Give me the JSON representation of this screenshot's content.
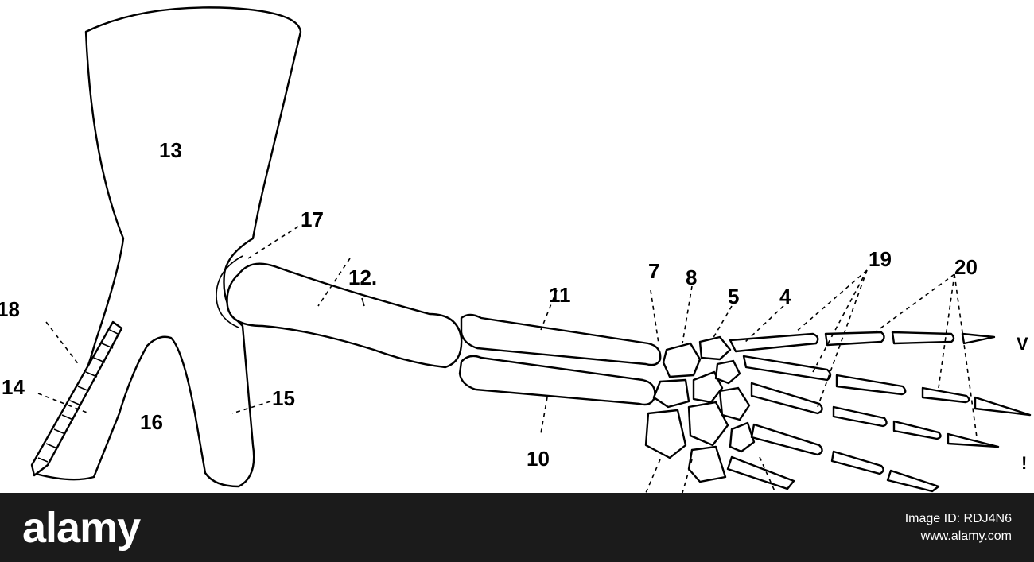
{
  "diagram": {
    "labels": {
      "l13": "13",
      "l17": "17",
      "l12": "12.",
      "l11": "11",
      "l7": "7",
      "l8": "8",
      "l5": "5",
      "l4": "4",
      "l19": "19",
      "l20": "20",
      "l18": "18",
      "l14": "14",
      "l15": "15",
      "l16": "16",
      "l10": "10",
      "lV": "V",
      "lI": "!"
    }
  },
  "footer": {
    "brand": "alamy",
    "image_id_label": "Image ID: RDJ4N6",
    "url": "www.alamy.com"
  }
}
